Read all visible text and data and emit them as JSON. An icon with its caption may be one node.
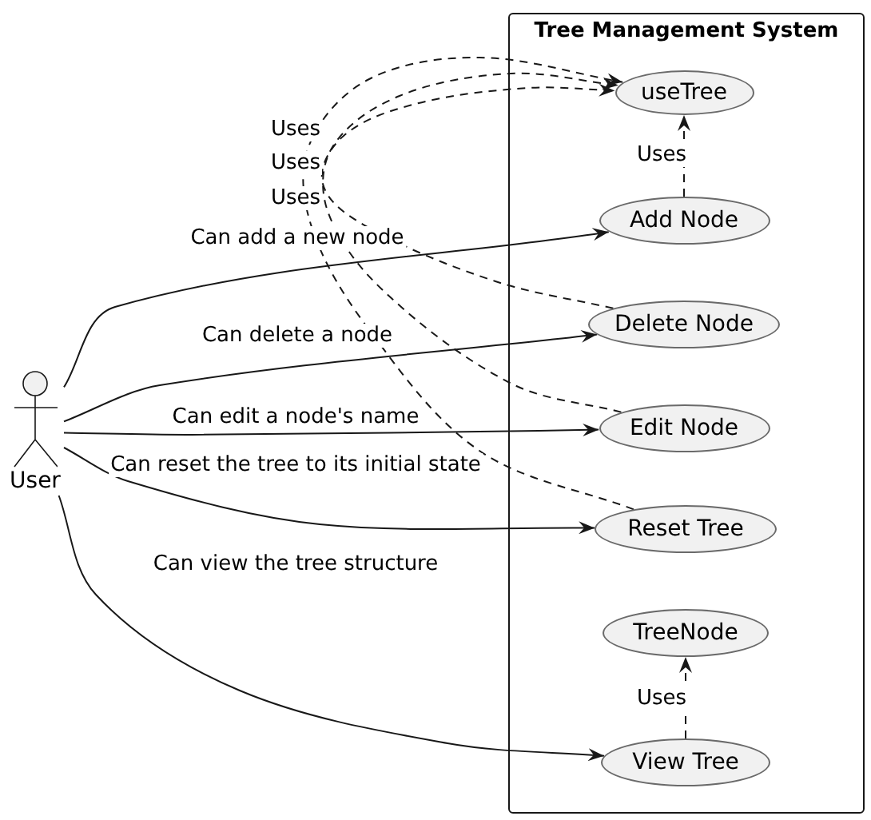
{
  "diagram": {
    "nodes": [
      {
        "text": [
          "User"
        ]
      },
      {
        "text": [
          "Tree Management System"
        ]
      },
      {
        "text": [
          "useTree"
        ],
        "in": 1
      },
      {
        "text": [
          "Add Node"
        ],
        "in": 1
      },
      {
        "text": [
          "Delete Node"
        ],
        "in": 1
      },
      {
        "text": [
          "Edit Node"
        ],
        "in": 1
      },
      {
        "text": [
          "Reset Tree"
        ],
        "in": 1
      },
      {
        "text": [
          "TreeNode"
        ],
        "in": 1
      },
      {
        "text": [
          "View Tree"
        ],
        "in": 1
      }
    ],
    "edges": [
      {
        "from": 0,
        "to": 3,
        "arrow": "to",
        "label": "Can add a new node"
      },
      {
        "from": 0,
        "to": 4,
        "arrow": "to",
        "label": "Can delete a node"
      },
      {
        "from": 0,
        "to": 5,
        "arrow": "to",
        "label": "Can edit a node's name"
      },
      {
        "from": 0,
        "to": 6,
        "arrow": "to",
        "label": "Can reset the tree to its initial state"
      },
      {
        "from": 0,
        "to": 8,
        "arrow": "to",
        "label": "Can view the tree structure"
      },
      {
        "from": 3,
        "to": 2,
        "arrow": "to",
        "label": "Uses",
        "style": "dashed"
      },
      {
        "from": 4,
        "to": 2,
        "arrow": "to",
        "label": "Uses",
        "style": "dashed"
      },
      {
        "from": 5,
        "to": 2,
        "arrow": "to",
        "label": "Uses",
        "style": "dashed"
      },
      {
        "from": 6,
        "to": 2,
        "arrow": "to",
        "label": "Uses",
        "style": "dashed"
      },
      {
        "from": 8,
        "to": 7,
        "arrow": "to",
        "label": "Uses",
        "style": "dashed"
      }
    ]
  }
}
